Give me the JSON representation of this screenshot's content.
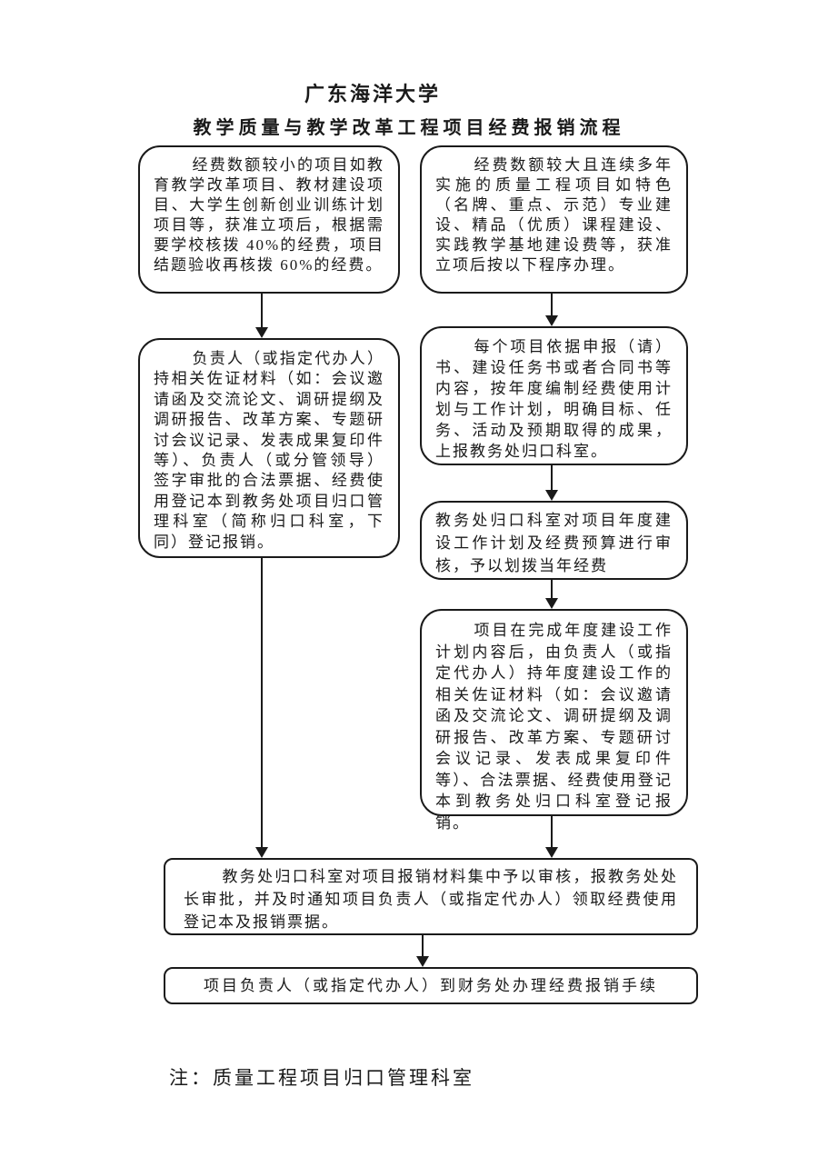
{
  "page": {
    "title": "广东海洋大学",
    "subtitle": "教学质量与教学改革工程项目经费报销流程",
    "note": "注：质量工程项目归口管理科室"
  },
  "colors": {
    "ink": "#1a1a1a",
    "paper": "#ffffff"
  },
  "flowchart": {
    "left": {
      "box1": "经费数额较小的项目如教育教学改革项目、教材建设项目、大学生创新创业训练计划项目等，获准立项后，根据需要学校核拨 40%的经费，项目结题验收再核拨 60%的经费。",
      "box2": "负责人（或指定代办人）持相关佐证材料（如：会议邀请函及交流论文、调研提纲及调研报告、改革方案、专题研讨会议记录、发表成果复印件等）、负责人（或分管领导）签字审批的合法票据、经费使用登记本到教务处项目归口管理科室（简称归口科室，下同）登记报销。"
    },
    "right": {
      "box1": "经费数额较大且连续多年实施的质量工程项目如特色（名牌、重点、示范）专业建设、精品（优质）课程建设、实践教学基地建设费等，获准立项后按以下程序办理。",
      "box2": "每个项目依据申报（请）书、建设任务书或者合同书等内容，按年度编制经费使用计划与工作计划，明确目标、任务、活动及预期取得的成果，上报教务处归口科室。",
      "box3": "教务处归口科室对项目年度建设工作计划及经费预算进行审核，予以划拨当年经费",
      "box4": "项目在完成年度建设工作计划内容后，由负责人（或指定代办人）持年度建设工作的相关佐证材料（如：会议邀请函及交流论文、调研提纲及调研报告、改革方案、专题研讨会议记录、发表成果复印件等）、合法票据、经费使用登记本到教务处归口科室登记报销。"
    },
    "bottom": {
      "review_box": "教务处归口科室对项目报销材料集中予以审核，报教务处处长审批，并及时通知项目负责人（或指定代办人）领取经费使用登记本及报销票据。",
      "final_box": "项目负责人（或指定代办人）到财务处办理经费报销手续"
    }
  }
}
